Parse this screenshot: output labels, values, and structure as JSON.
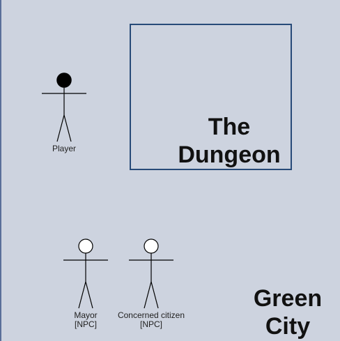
{
  "diagram": {
    "background_color": "#cdd3df",
    "border_color": "#274a78",
    "dungeon": {
      "label": "The\nDungeon"
    },
    "city": {
      "label": "Green\nCity"
    },
    "actors": {
      "player": {
        "label": "Player",
        "head_fill": "#000000"
      },
      "mayor": {
        "label": "Mayor\n[NPC]",
        "head_fill": "#ffffff"
      },
      "citizen": {
        "label": "Concerned citizen\n[NPC]",
        "head_fill": "#ffffff"
      }
    }
  }
}
